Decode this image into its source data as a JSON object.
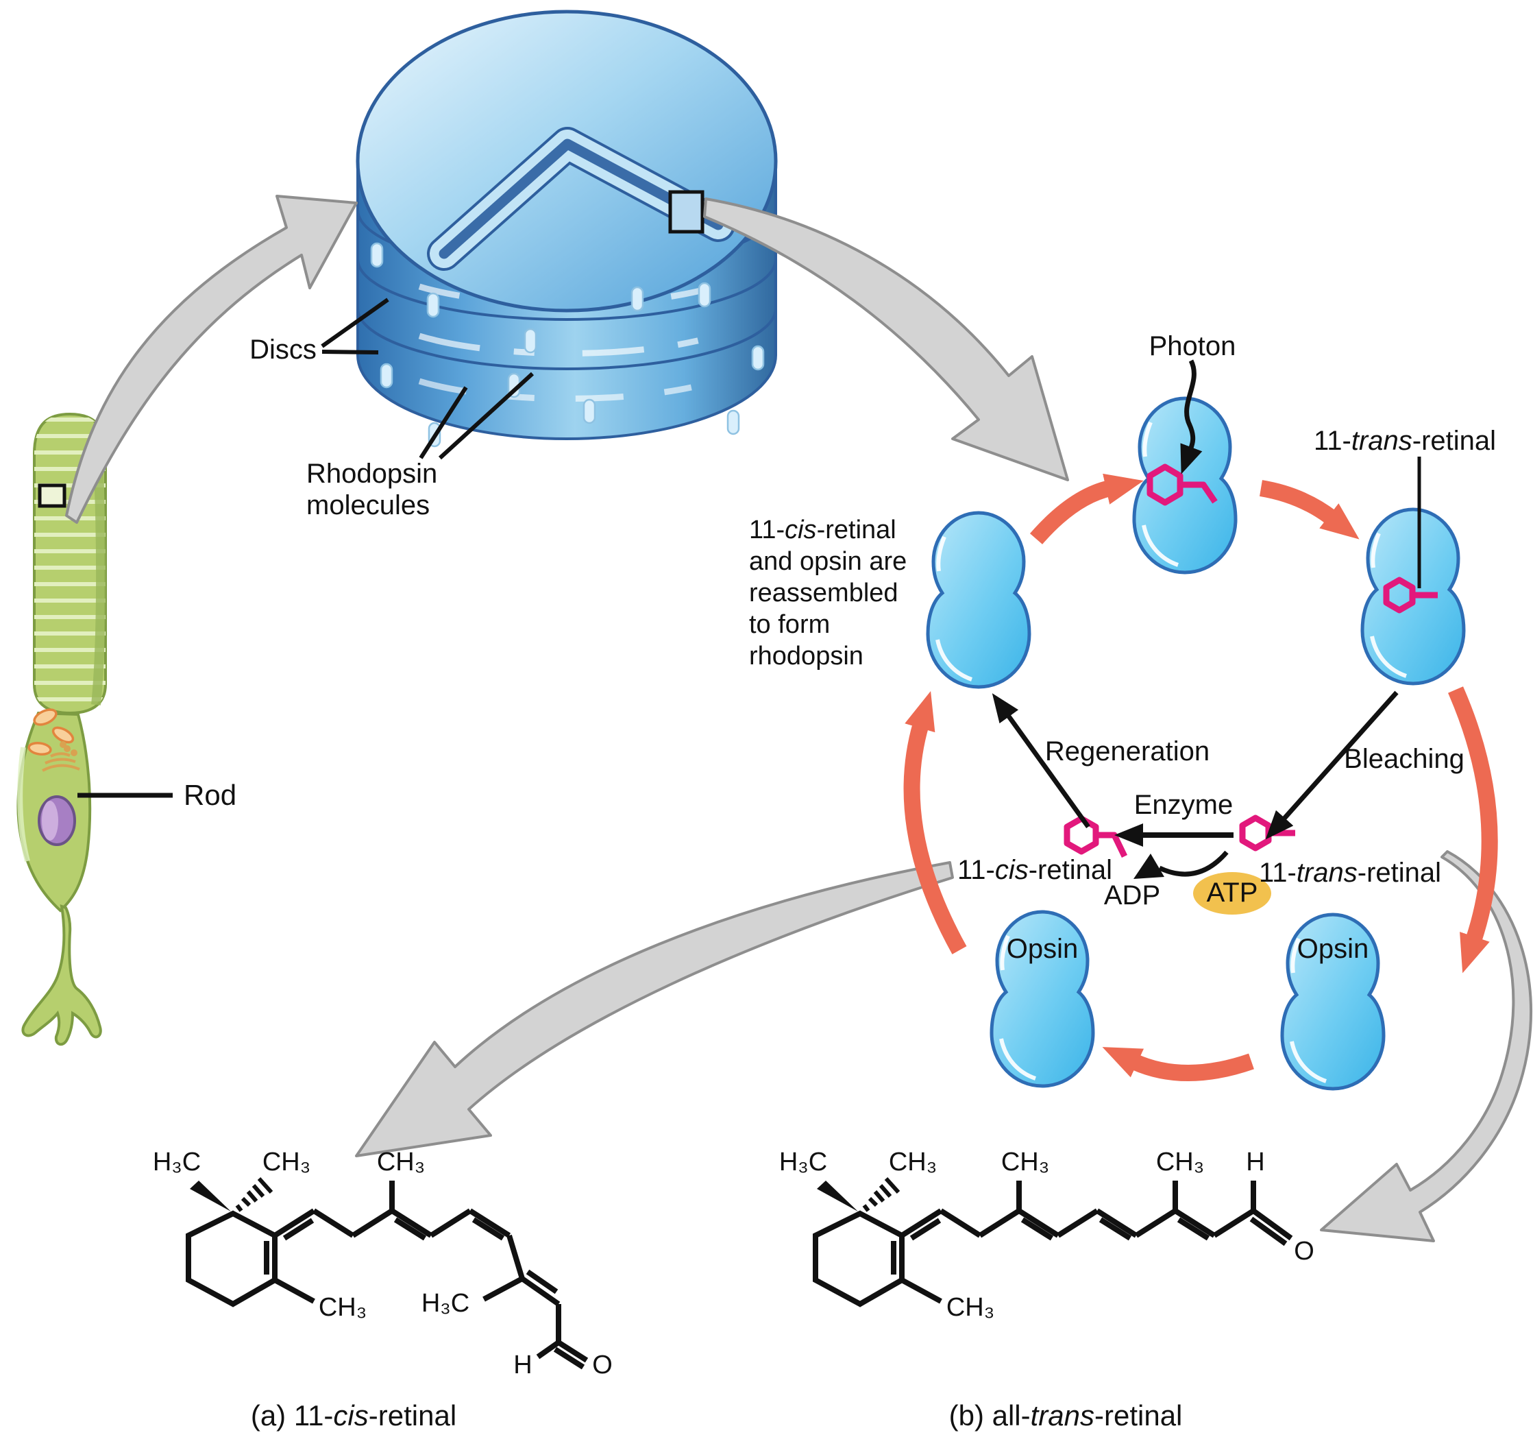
{
  "colors": {
    "accent_salmon": "#ed6a52",
    "molecule_pink": "#e2187c",
    "blob_blue_light": "#b9e7f9",
    "blob_blue_dark": "#41b8e9",
    "blob_stroke": "#2e6db5",
    "atp_yellow": "#f2c14e",
    "rod_green": "#b6cf6e",
    "nucleus_purple": "#a77fc4",
    "gray_arrow": "#d3d3d3"
  },
  "discs": {
    "label": "Discs",
    "rhodopsin_line1": "Rhodopsin",
    "rhodopsin_line2": "molecules"
  },
  "rod": {
    "label": "Rod"
  },
  "cycle": {
    "photon": "Photon",
    "trans_top": {
      "prefix": "11-",
      "italic": "trans",
      "suffix": "-retinal"
    },
    "note": {
      "line1": {
        "prefix": "11-",
        "italic": "cis",
        "suffix": "-retinal"
      },
      "line2": "and opsin are",
      "line3": "reassembled",
      "line4": "to form",
      "line5": "rhodopsin"
    },
    "regeneration": "Regeneration",
    "bleaching": "Bleaching",
    "enzyme": "Enzyme",
    "cis_center": {
      "prefix": "11-",
      "italic": "cis",
      "suffix": "-retinal"
    },
    "trans_center": {
      "prefix": "11-",
      "italic": "trans",
      "suffix": "-retinal"
    },
    "adp": "ADP",
    "atp": "ATP",
    "opsin_left": "Opsin",
    "opsin_right": "Opsin"
  },
  "molecule_a": {
    "caption": {
      "prefix": "(a) 11-",
      "italic": "cis",
      "suffix": "-retinal"
    },
    "labels": {
      "h3c_ring_left": "H₃C",
      "ch3_ring_right": "CH₃",
      "ch3_chain_top": "CH₃",
      "ch3_ring_bottom": "CH₃",
      "h3c_chain": "H₃C",
      "h": "H",
      "o": "O"
    }
  },
  "molecule_b": {
    "caption": {
      "prefix": "(b) all-",
      "italic": "trans",
      "suffix": "-retinal"
    },
    "labels": {
      "h3c_ring_left": "H₃C",
      "ch3_ring_right": "CH₃",
      "ch3_chain_1": "CH₃",
      "ch3_chain_2": "CH₃",
      "ch3_ring_bottom": "CH₃",
      "h": "H",
      "o": "O"
    }
  }
}
